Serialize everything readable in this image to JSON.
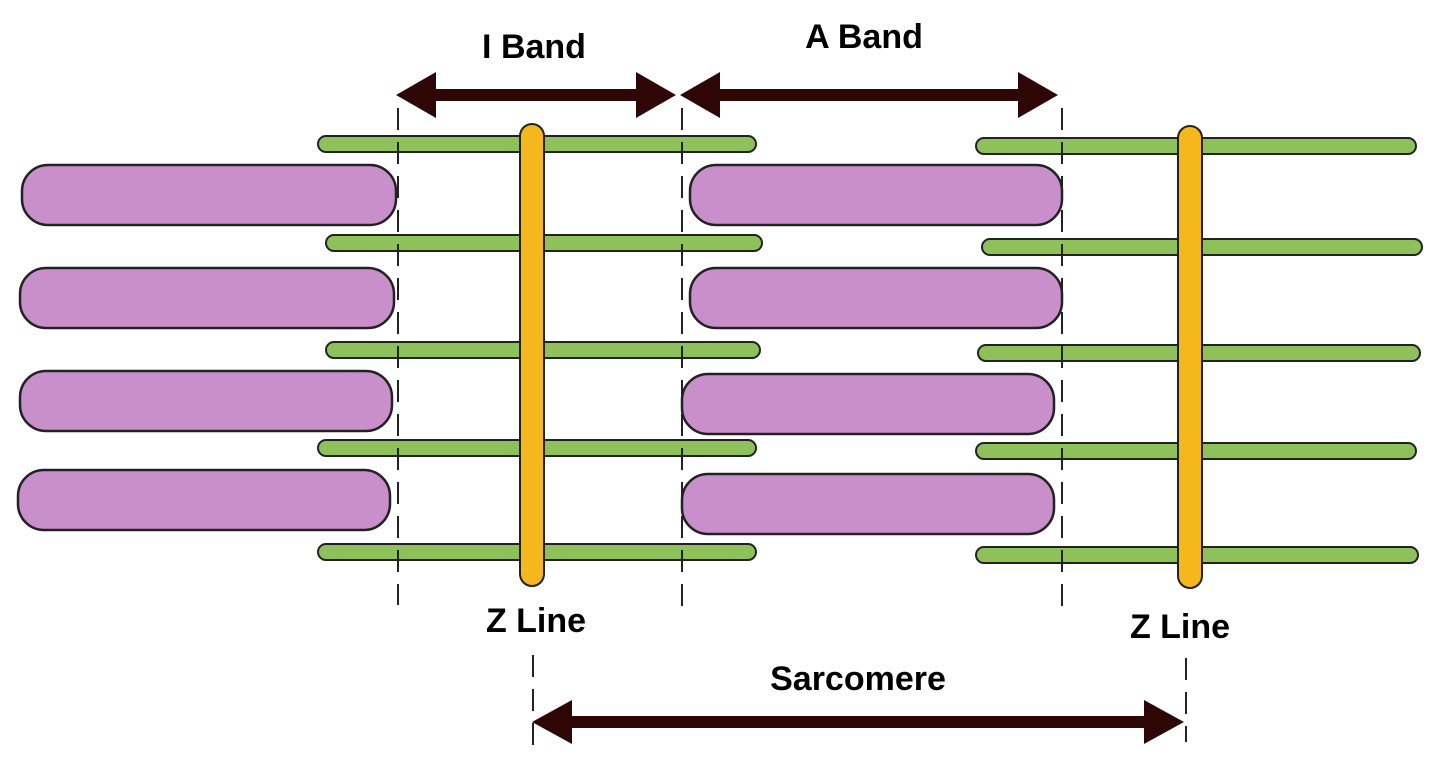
{
  "labels": {
    "i_band": "I Band",
    "a_band": "A Band",
    "z_line_left": "Z Line",
    "z_line_right": "Z Line",
    "sarcomere": "Sarcomere"
  },
  "colors": {
    "thick_filament": "#c98fca",
    "thin_filament": "#8fc15a",
    "z_line": "#f4b81c",
    "arrow": "#2e0606",
    "outline": "#222222"
  }
}
